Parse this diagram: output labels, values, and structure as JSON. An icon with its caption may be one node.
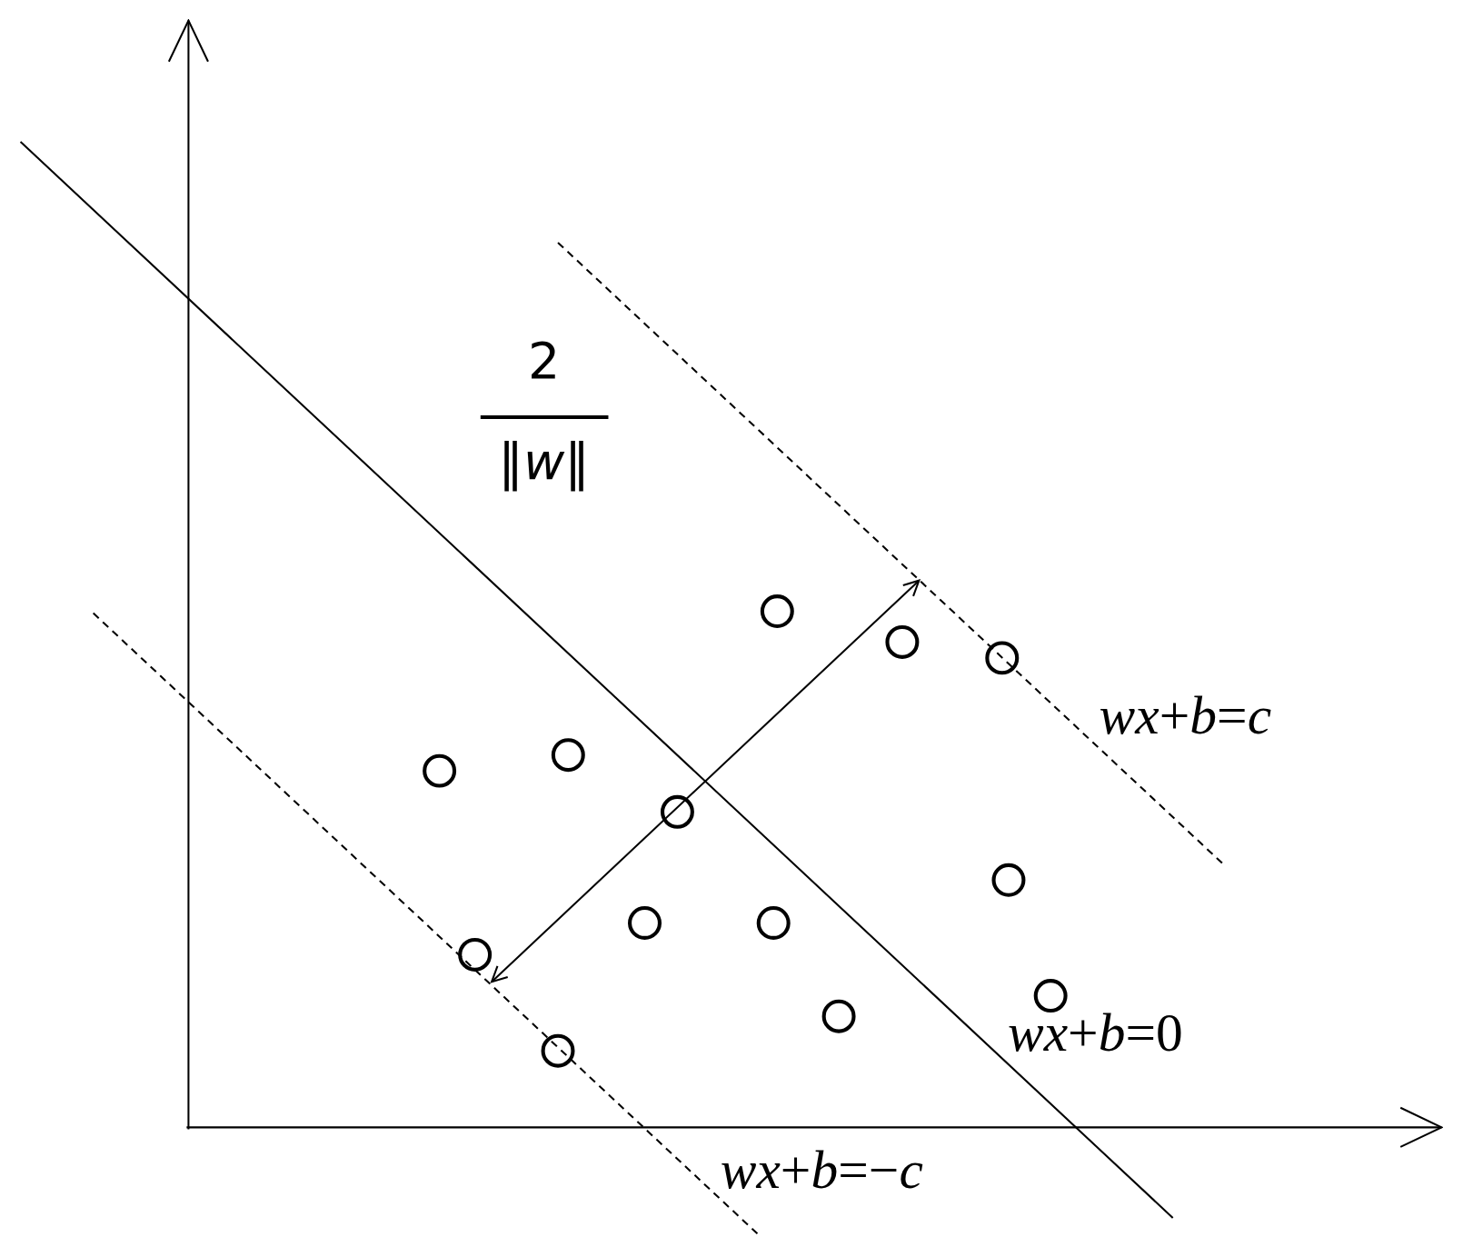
{
  "diagram": {
    "labels": [
      "2",
      "‖*w*‖",
      "*wx*+*b*=*c*",
      "*wx*+*b*=0",
      "*wx*+*b*=−*c*"
    ]
  }
}
